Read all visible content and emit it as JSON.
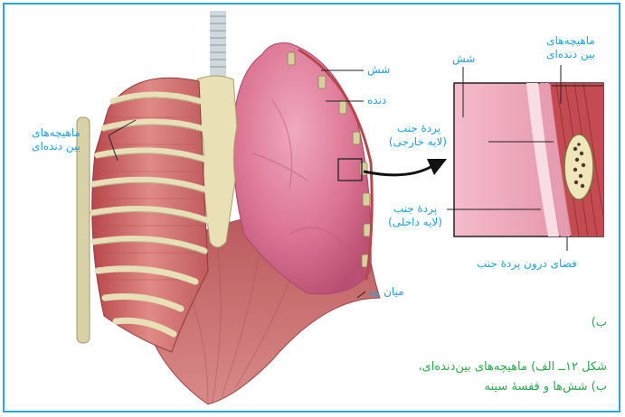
{
  "labels": {
    "lung": "شش",
    "rib": "دنده",
    "outer_pleura": [
      "پردهٔ جنب",
      "(لایه خارجی)"
    ],
    "inner_pleura": [
      "پردهٔ جنب",
      "(لایه داخلی)"
    ],
    "diaphragm": "میان بند",
    "intercostal_left": [
      "ماهیچه‌های",
      "بین دنده‌ای"
    ],
    "intercostal_inset": [
      "ماهیچه‌های",
      "بین دنده‌ای"
    ],
    "lung_inset": "شش",
    "pleural_space": "فضای درون پردهٔ جنب"
  },
  "caption": {
    "part_label": "ب)",
    "line1": "شکل ۱۲ــ الف) ماهیچه‌های بین‌دنده‌ای،",
    "line2": "ب) شش‌ها و قفسهٔ سینه"
  },
  "colors": {
    "label_blue": "#1da1dc",
    "caption_green": "#2aa84a",
    "frame_blue": "#2aa7df",
    "muscle_red": "#c8575a",
    "bone": "#e6dfb8",
    "lung_pink": "#dc7494"
  }
}
